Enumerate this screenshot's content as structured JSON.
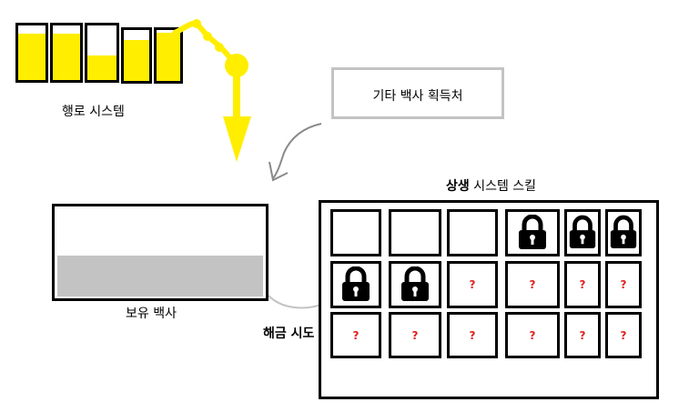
{
  "colors": {
    "yellow": "#ffee00",
    "grey": "#c3c3c3",
    "question": "#e02020"
  },
  "path_system": {
    "label": "행로 시스템",
    "tubes": [
      {
        "level": 0.85
      },
      {
        "level": 0.85
      },
      {
        "level": 0.45
      },
      {
        "level": 0.8
      },
      {
        "level": 0.95
      }
    ]
  },
  "other_source": {
    "label": "기타 백사 획득처"
  },
  "held": {
    "label": "보유 백사",
    "level": 0.45
  },
  "unlock": {
    "label": "해금 시도"
  },
  "grid": {
    "title_bold": "상생",
    "title_rest": " 시스템 스킬",
    "rows": [
      [
        "empty",
        "empty",
        "empty",
        "lock",
        "lock",
        "lock"
      ],
      [
        "lock",
        "lock",
        "?",
        "?",
        "?",
        "?"
      ],
      [
        "?",
        "?",
        "?",
        "?",
        "?",
        "?"
      ]
    ]
  }
}
